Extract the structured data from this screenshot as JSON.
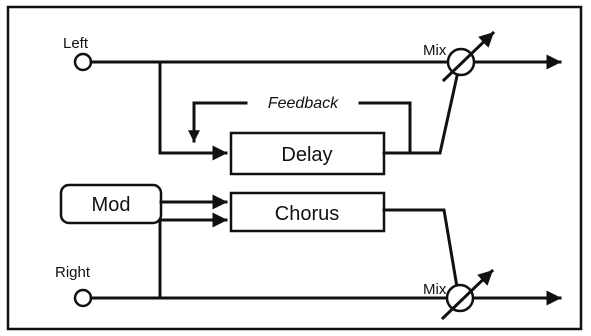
{
  "inputs": {
    "left": "Left",
    "right": "Right"
  },
  "blocks": {
    "delay": "Delay",
    "chorus": "Chorus",
    "mod": "Mod"
  },
  "feedback_label": "Feedback",
  "mix_label": "Mix"
}
